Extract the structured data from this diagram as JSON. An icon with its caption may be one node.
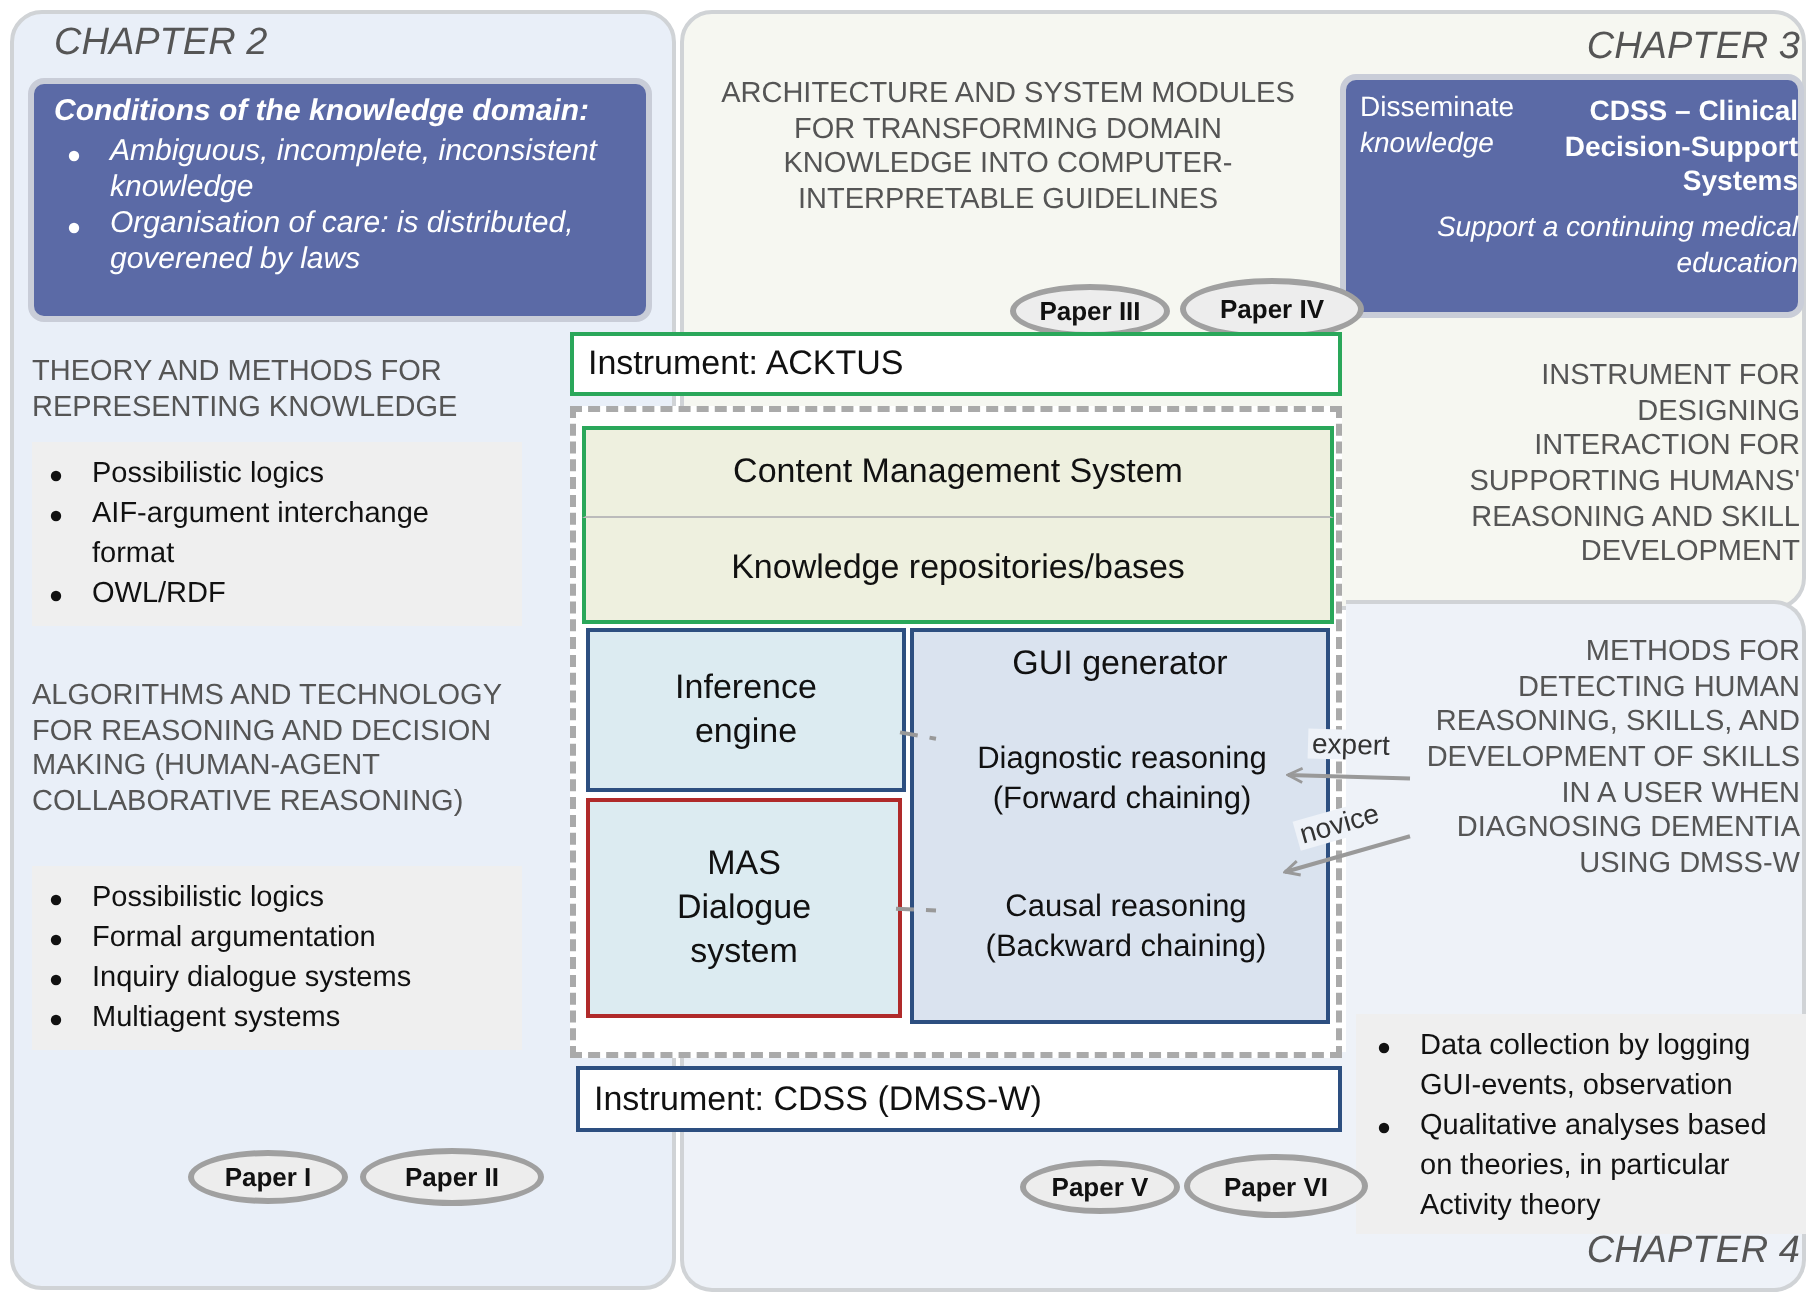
{
  "diagram": {
    "nodes": [
      {
        "text": [
          "CHAPTER 2"
        ]
      },
      {
        "text": [
          "Conditions of the knowledge domain:",
          "Ambiguous, incomplete, inconsistent knowledge",
          "Organisation of care: is distributed, goverened by laws"
        ],
        "in": 0
      },
      {
        "text": [
          "THEORY AND METHODS FOR REPRESENTING KNOWLEDGE",
          "Possibilistic logics",
          "AIF-argument interchange format",
          "OWL/RDF"
        ],
        "in": 0
      },
      {
        "text": [
          "ALGORITHMS AND TECHNOLOGY FOR REASONING AND DECISION MAKING (HUMAN-AGENT COLLABORATIVE REASONING)",
          "Possibilistic logics",
          "Formal argumentation",
          "Inquiry dialogue systems",
          "Multiagent systems"
        ],
        "in": 0
      },
      {
        "text": [
          "Paper I"
        ],
        "in": 0
      },
      {
        "text": [
          "Paper II"
        ],
        "in": 0
      },
      {
        "text": [
          "CHAPTER 3",
          "ARCHITECTURE AND SYSTEM MODULES FOR TRANSFORMING DOMAIN KNOWLEDGE INTO COMPUTER-INTERPRETABLE GUIDELINES",
          "INSTRUMENT FOR DESIGNING INTERACTION FOR SUPPORTING HUMANS' REASONING AND SKILL DEVELOPMENT"
        ]
      },
      {
        "text": [
          "Disseminate *knowledge*",
          "CDSS – Clinical Decision-Support Systems",
          "Support a continuing medical education"
        ],
        "in": 6
      },
      {
        "text": [
          "Paper III"
        ],
        "in": 6
      },
      {
        "text": [
          "Paper IV"
        ],
        "in": 6
      },
      {
        "text": [
          "Instrument: ACKTUS"
        ]
      },
      {
        "text": [],
        "shape": "box"
      },
      {
        "text": [
          "Content Management System"
        ],
        "in": 11
      },
      {
        "text": [
          "Knowledge repositories/bases"
        ],
        "in": 11
      },
      {
        "text": [
          "Inference engine"
        ],
        "in": 11
      },
      {
        "text": [
          "MAS Dialogue system"
        ],
        "in": 11
      },
      {
        "text": [
          "GUI generator"
        ],
        "in": 11
      },
      {
        "text": [
          "Diagnostic reasoning (Forward chaining)"
        ],
        "in": 16
      },
      {
        "text": [
          "Causal reasoning (Backward chaining)"
        ],
        "in": 16
      },
      {
        "text": [
          "Instrument: CDSS (DMSS-W)"
        ]
      },
      {
        "text": [
          "CHAPTER 4"
        ]
      },
      {
        "text": [
          "METHODS FOR DETECTING HUMAN REASONING, SKILLS, AND DEVELOPMENT OF SKILLS IN A USER WHEN DIAGNOSING DEMENTIA USING DMSS-W"
        ],
        "in": 20
      },
      {
        "text": [
          "Data collection by logging GUI-events, observation",
          "Qualitative analyses based on theories, in particular Activity theory"
        ],
        "in": 20
      },
      {
        "text": [
          "Paper V"
        ]
      },
      {
        "text": [
          "Paper VI"
        ]
      }
    ],
    "edges": [
      {
        "from": 14,
        "to": 17,
        "arrow": "none",
        "style": "dashed"
      },
      {
        "from": 15,
        "to": 18,
        "arrow": "none",
        "style": "dashed"
      },
      {
        "from": 21,
        "to": 17,
        "arrow": "to",
        "label": "expert"
      },
      {
        "from": 21,
        "to": 18,
        "arrow": "to",
        "label": "novice"
      }
    ]
  }
}
